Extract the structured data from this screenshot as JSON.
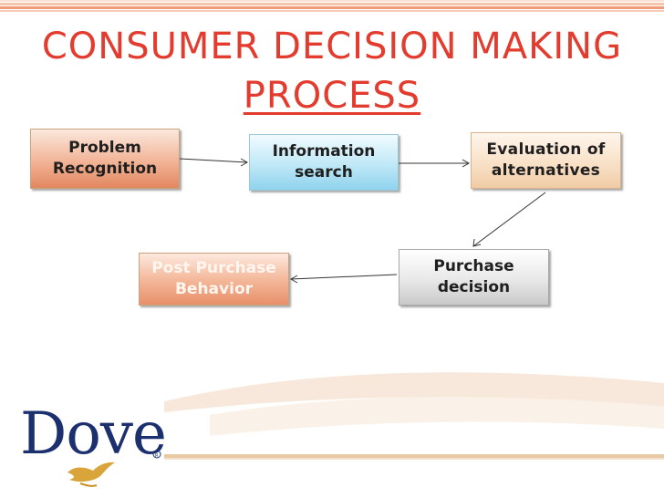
{
  "title": {
    "line1": "CONSUMER DECISION MAKING",
    "line2": "PROCESS"
  },
  "steps": [
    {
      "lines": [
        "Problem",
        "Recognition"
      ]
    },
    {
      "lines": [
        "Information",
        "search"
      ]
    },
    {
      "lines": [
        "Evaluation of",
        "alternatives"
      ]
    },
    {
      "lines": [
        "Purchase",
        "decision"
      ]
    },
    {
      "lines": [
        "Post Purchase",
        "Behavior"
      ]
    }
  ],
  "logo": {
    "text": "Dove"
  },
  "colors": {
    "title": "#e33b2e",
    "logo": "#1c2f6e",
    "top_stripe": "#f09a7a",
    "wave": "#f3e0cf"
  }
}
